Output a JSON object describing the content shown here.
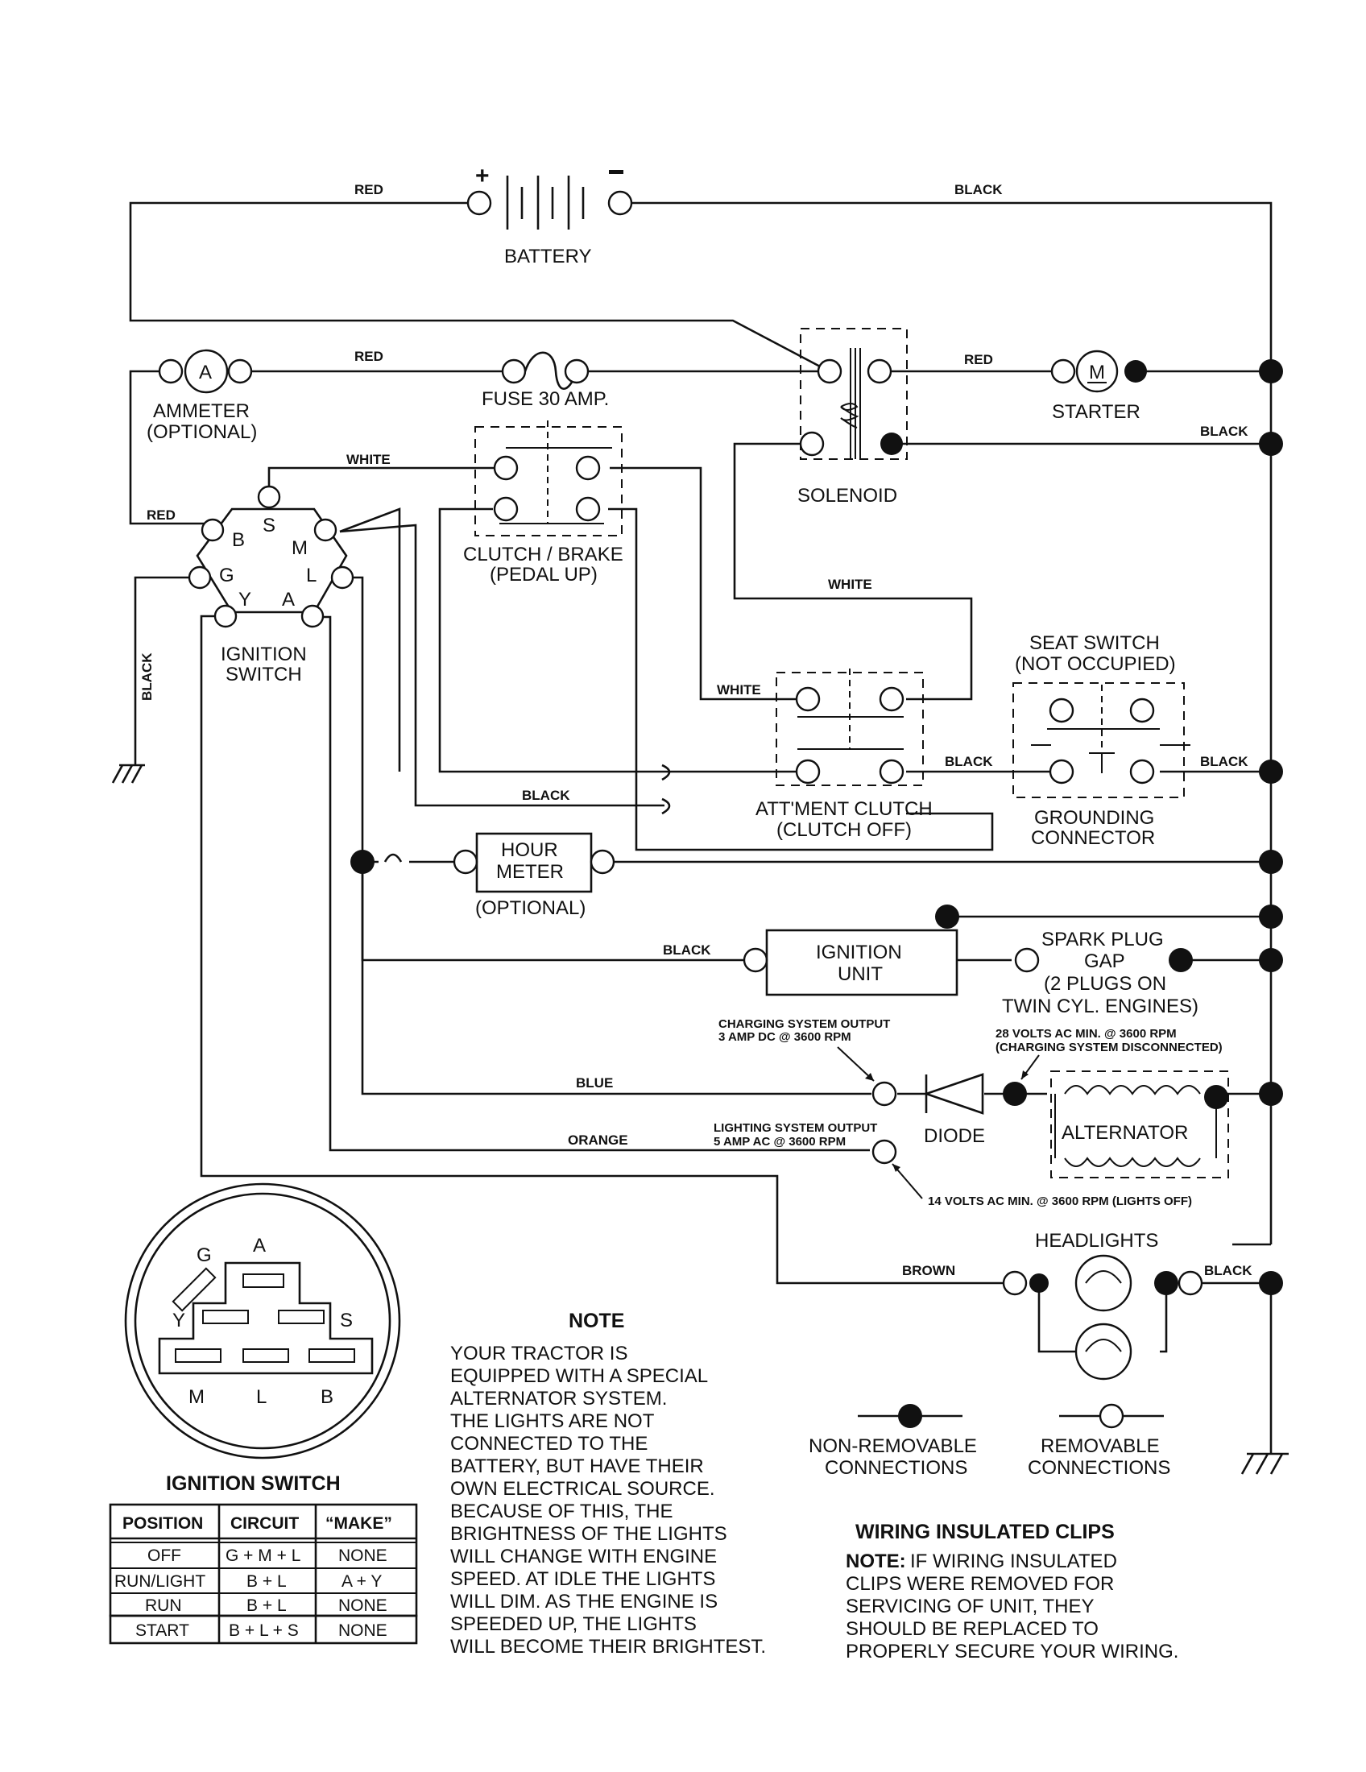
{
  "wire_colors": {
    "red_top": "RED",
    "black_top": "BLACK",
    "red_ammeter": "RED",
    "red_starter": "RED",
    "black_solenoid": "BLACK",
    "white_ign": "WHITE",
    "red_ign": "RED",
    "white_solenoid": "WHITE",
    "white_att": "WHITE",
    "black_att": "BLACK",
    "black_seat": "BLACK",
    "black_ground": "BLACK",
    "black_left": "BLACK",
    "black_ign_unit": "BLACK",
    "blue": "BLUE",
    "orange": "ORANGE",
    "brown": "BROWN",
    "black_headlights": "BLACK"
  },
  "components": {
    "battery": "BATTERY",
    "ammeter": "AMMETER",
    "ammeter_optional": "(OPTIONAL)",
    "ammeter_symbol": "A",
    "fuse": "FUSE 30 AMP.",
    "solenoid": "SOLENOID",
    "starter": "STARTER",
    "starter_symbol": "M",
    "clutch_brake_1": "CLUTCH / BRAKE",
    "clutch_brake_2": "(PEDAL UP)",
    "ignition_switch_1": "IGNITION",
    "ignition_switch_2": "SWITCH",
    "seat_switch_1": "SEAT SWITCH",
    "seat_switch_2": "(NOT OCCUPIED)",
    "grounding_1": "GROUNDING",
    "grounding_2": "CONNECTOR",
    "attment_1": "ATT'MENT CLUTCH",
    "attment_2": "(CLUTCH OFF)",
    "hour_meter_1": "HOUR",
    "hour_meter_2": "METER",
    "hour_meter_optional": "(OPTIONAL)",
    "ignition_unit_1": "IGNITION",
    "ignition_unit_2": "UNIT",
    "spark_plug_1": "SPARK PLUG",
    "spark_plug_2": "GAP",
    "spark_plug_3": "(2 PLUGS ON",
    "spark_plug_4": "TWIN CYL. ENGINES)",
    "diode": "DIODE",
    "alternator": "ALTERNATOR",
    "headlights": "HEADLIGHTS"
  },
  "ignition_pins": {
    "B": "B",
    "S": "S",
    "M": "M",
    "G": "G",
    "L": "L",
    "Y": "Y",
    "A": "A"
  },
  "annotations": {
    "charging_1": "CHARGING SYSTEM OUTPUT",
    "charging_2": "3 AMP DC @ 3600 RPM",
    "volts28_1": "28 VOLTS AC MIN. @ 3600 RPM",
    "volts28_2": "(CHARGING SYSTEM DISCONNECTED)",
    "lighting_1": "LIGHTING SYSTEM OUTPUT",
    "lighting_2": "5 AMP AC @ 3600 RPM",
    "volts14": "14 VOLTS AC MIN. @ 3600 RPM (LIGHTS OFF)"
  },
  "legend": {
    "non_removable_1": "NON-REMOVABLE",
    "non_removable_2": "CONNECTIONS",
    "removable_1": "REMOVABLE",
    "removable_2": "CONNECTIONS"
  },
  "connector_view": {
    "pins": {
      "G": "G",
      "A": "A",
      "Y": "Y",
      "S": "S",
      "M": "M",
      "L": "L",
      "B": "B"
    },
    "title": "IGNITION SWITCH"
  },
  "switch_table": {
    "headers": [
      "POSITION",
      "CIRCUIT",
      "“MAKE”"
    ],
    "rows": [
      [
        "OFF",
        "G + M + L",
        "NONE"
      ],
      [
        "RUN/LIGHT",
        "B + L",
        "A + Y"
      ],
      [
        "RUN",
        "B + L",
        "NONE"
      ],
      [
        "START",
        "B + L + S",
        "NONE"
      ]
    ]
  },
  "note": {
    "title": "NOTE",
    "lines": [
      "YOUR TRACTOR IS",
      "EQUIPPED WITH A SPECIAL",
      "ALTERNATOR SYSTEM.",
      "THE LIGHTS ARE NOT",
      "CONNECTED TO THE",
      "BATTERY, BUT HAVE THEIR",
      "OWN ELECTRICAL SOURCE.",
      "BECAUSE OF THIS, THE",
      "BRIGHTNESS OF THE LIGHTS",
      "WILL CHANGE WITH ENGINE",
      "SPEED.  AT IDLE THE LIGHTS",
      "WILL DIM.  AS THE ENGINE IS",
      "SPEEDED UP, THE LIGHTS",
      "WILL BECOME THEIR BRIGHTEST."
    ]
  },
  "clips": {
    "title": "WIRING INSULATED CLIPS",
    "note_label": "NOTE:",
    "lines": [
      "IF WIRING INSULATED",
      "CLIPS WERE REMOVED FOR",
      "SERVICING OF UNIT, THEY",
      "SHOULD BE REPLACED TO",
      "PROPERLY SECURE YOUR WIRING."
    ]
  }
}
